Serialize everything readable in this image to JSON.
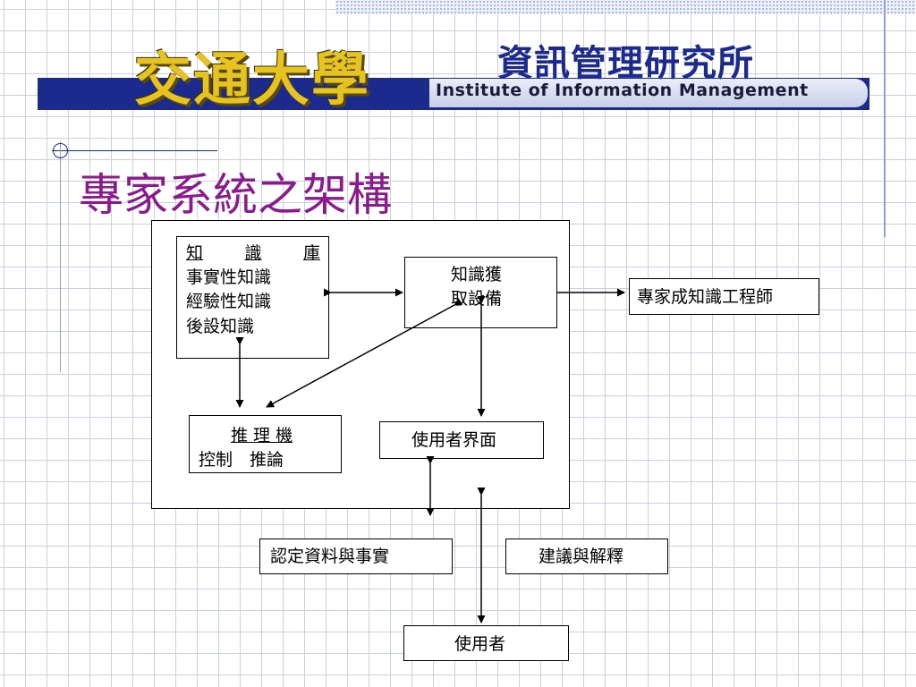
{
  "header": {
    "university_logo": "交通大學",
    "institute_logo": "資訊管理研究所",
    "institute_english": "Institute of Information Management"
  },
  "slide": {
    "title": "專家系統之架構"
  },
  "diagram": {
    "knowledge_base": {
      "title_chars": [
        "知",
        "識",
        "庫"
      ],
      "items": [
        "事實性知識",
        "經驗性知識",
        "後設知識"
      ]
    },
    "acquisition": {
      "line1": "知識獲",
      "line2": "取設備"
    },
    "inference_engine": {
      "title": "推 理 機",
      "subtitle": "控制　推論"
    },
    "user_interface": {
      "label": "使用者界面"
    },
    "engineer": {
      "label": "專家成知識工程師"
    },
    "facts": {
      "label": "認定資料與事實"
    },
    "advice": {
      "label": "建議與解釋"
    },
    "user": {
      "label": "使用者"
    }
  }
}
